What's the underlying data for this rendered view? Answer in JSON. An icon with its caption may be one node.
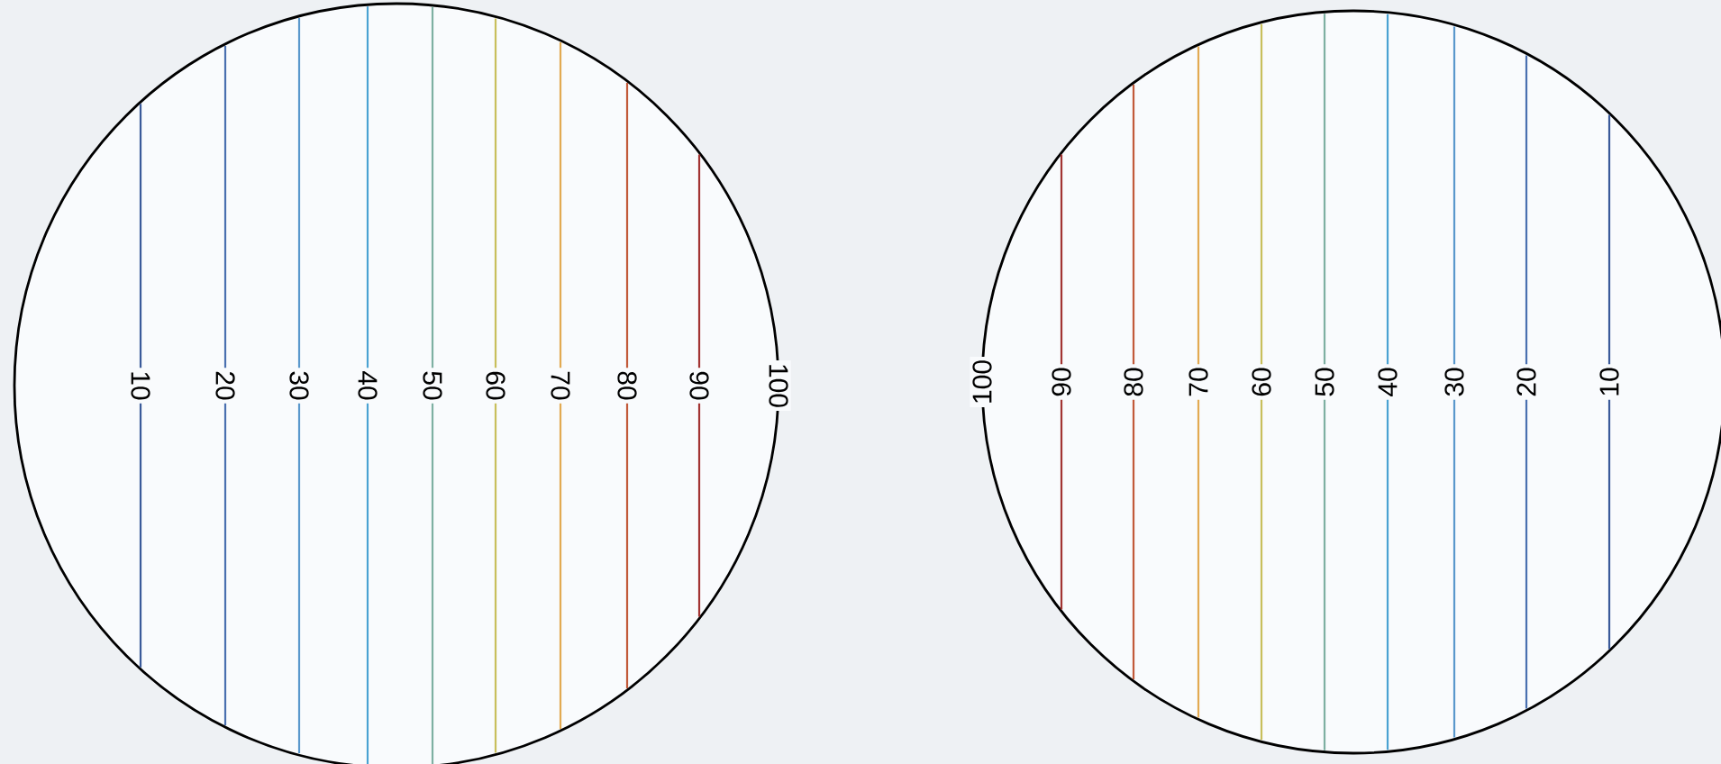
{
  "diagram": {
    "labels": [
      "10",
      "20",
      "30",
      "40",
      "50",
      "60",
      "70",
      "80",
      "90",
      "100",
      "100",
      "90",
      "80",
      "70",
      "60",
      "50",
      "40",
      "30",
      "20",
      "10"
    ]
  }
}
